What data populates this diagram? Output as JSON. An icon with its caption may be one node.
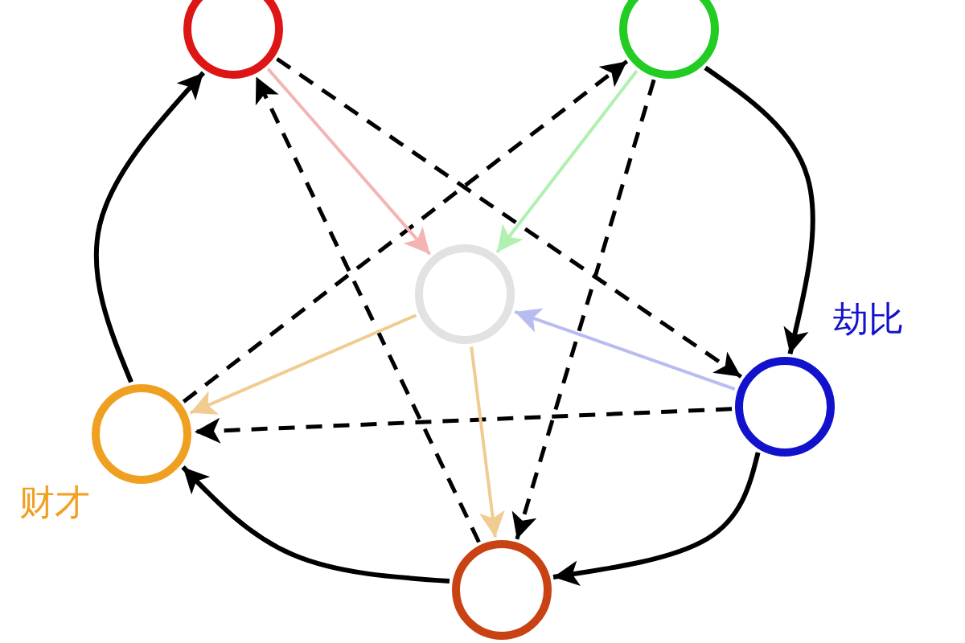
{
  "diagram": {
    "nodes": [
      {
        "text": [],
        "shape": "circle"
      },
      {
        "text": [],
        "shape": "circle"
      },
      {
        "text": [],
        "shape": "circle"
      },
      {
        "text": [],
        "shape": "circle",
        "beside": [
          "财才"
        ]
      },
      {
        "text": [],
        "shape": "circle",
        "beside": [
          "劫比"
        ]
      },
      {
        "text": [],
        "shape": "circle"
      }
    ],
    "edges": [
      {
        "from": 3,
        "to": 0,
        "arrow": "to"
      },
      {
        "from": 1,
        "to": 4,
        "arrow": "to"
      },
      {
        "from": 4,
        "to": 5,
        "arrow": "to"
      },
      {
        "from": 5,
        "to": 3,
        "arrow": "to"
      },
      {
        "from": 0,
        "to": 4,
        "arrow": "to",
        "style": "dashed"
      },
      {
        "from": 5,
        "to": 0,
        "arrow": "to",
        "style": "dashed"
      },
      {
        "from": 3,
        "to": 1,
        "arrow": "to",
        "style": "dashed"
      },
      {
        "from": 1,
        "to": 5,
        "arrow": "to",
        "style": "dashed"
      },
      {
        "from": 4,
        "to": 3,
        "arrow": "to",
        "style": "dashed"
      },
      {
        "from": 0,
        "to": 2,
        "arrow": "to",
        "color": "#f4b4b4"
      },
      {
        "from": 1,
        "to": 2,
        "arrow": "to",
        "color": "#b0f0b0"
      },
      {
        "from": 4,
        "to": 2,
        "arrow": "to",
        "color": "#b8bcf0"
      },
      {
        "from": 2,
        "to": 3,
        "arrow": "to",
        "color": "#f0cc90"
      },
      {
        "from": 2,
        "to": 5,
        "arrow": "to",
        "color": "#f0cc90"
      }
    ]
  }
}
